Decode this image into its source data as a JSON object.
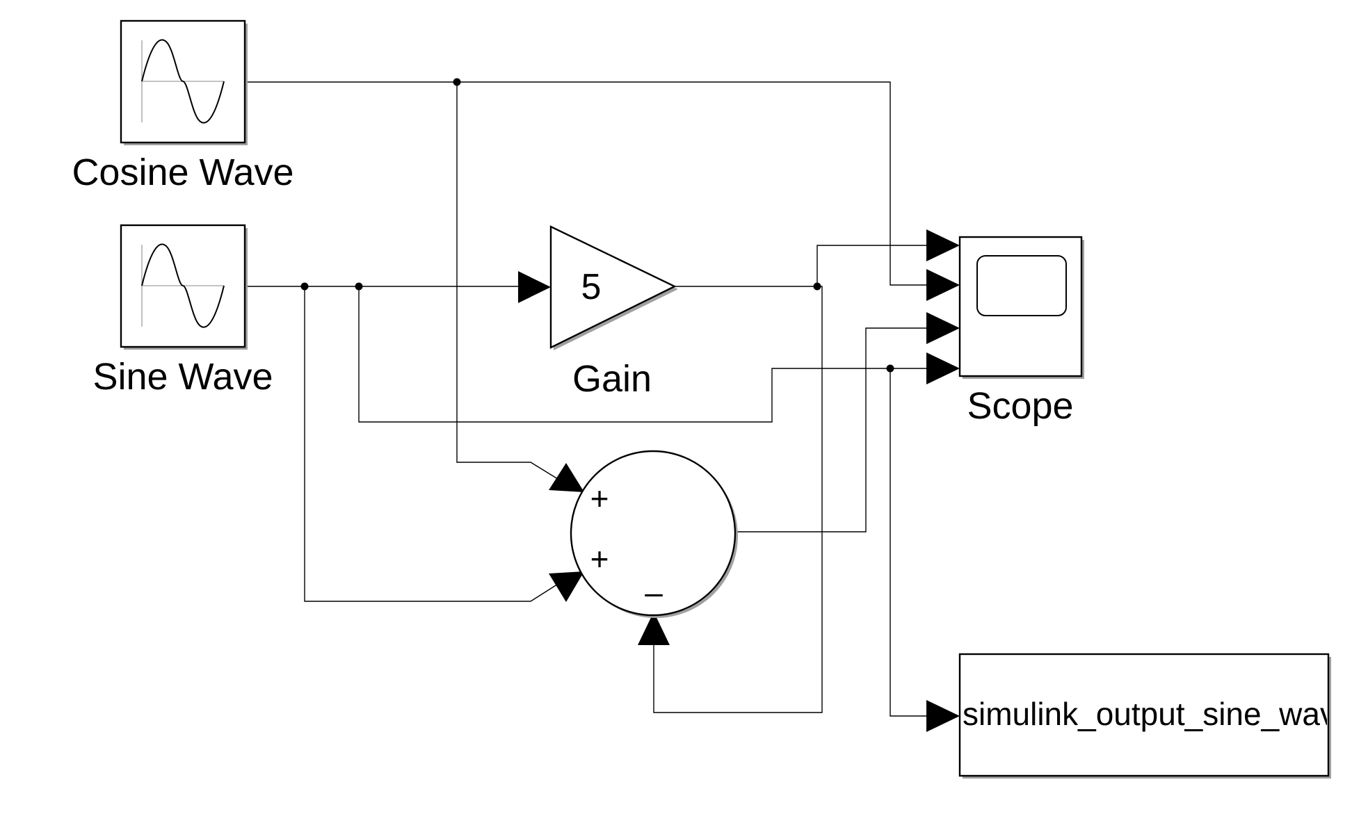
{
  "diagram": {
    "blocks": {
      "cosine_wave": {
        "label": "Cosine Wave"
      },
      "sine_wave": {
        "label": "Sine Wave"
      },
      "gain": {
        "label": "Gain",
        "value": "5"
      },
      "sum": {
        "signs": [
          "+",
          "+",
          "–"
        ]
      },
      "scope": {
        "label": "Scope"
      },
      "to_workspace": {
        "text": "simulink_output_sine_wave"
      }
    }
  }
}
